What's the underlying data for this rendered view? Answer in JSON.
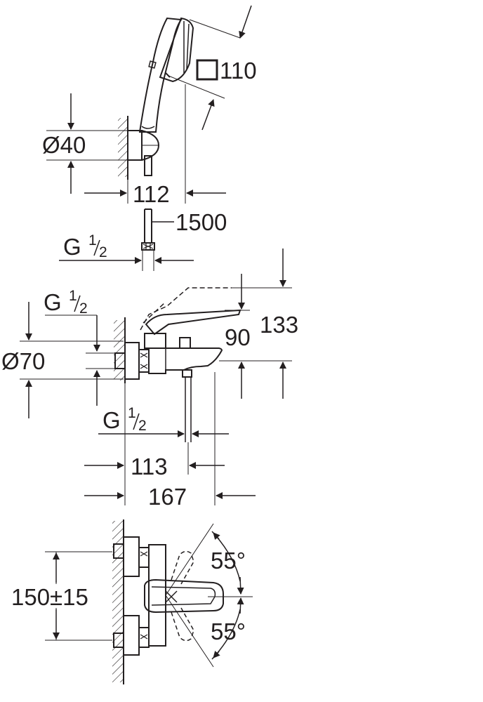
{
  "colors": {
    "ink": "#231f20",
    "paper": "#ffffff"
  },
  "shower_set": {
    "square_head": "110",
    "holder_diameter": "Ø40",
    "projection": "112",
    "hose_length": "1500",
    "hose_thread": {
      "base": "G",
      "numerator": "1",
      "denominator": "2"
    }
  },
  "mixer_side": {
    "inlet_thread": {
      "base": "G",
      "numerator": "1",
      "denominator": "2"
    },
    "rosette_diameter": "Ø70",
    "lever_height": "90",
    "lever_raised_height": "133",
    "spout_thread": {
      "base": "G",
      "numerator": "1",
      "denominator": "2"
    },
    "spout_outlet": "113",
    "overall_depth": "167"
  },
  "mixer_front": {
    "center_distance": "150±15",
    "rotation_up": "55°",
    "rotation_down": "55°"
  }
}
